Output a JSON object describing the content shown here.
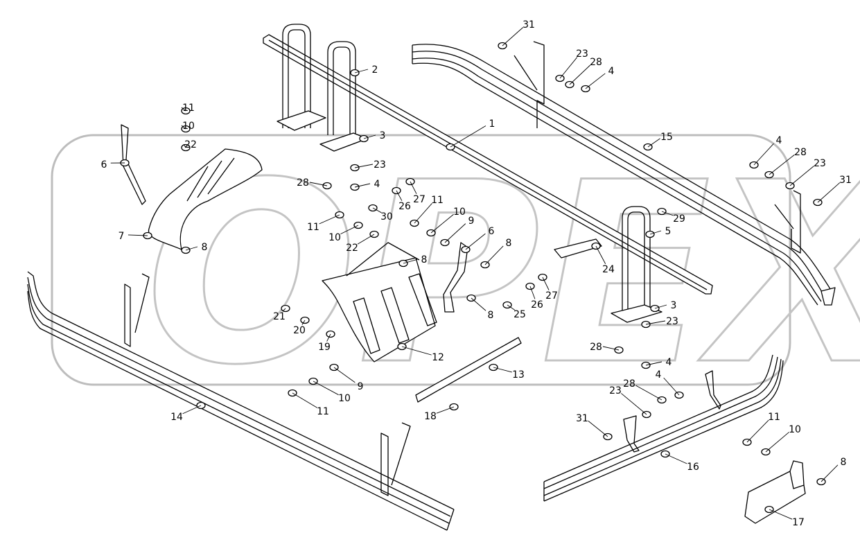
{
  "diagram": {
    "type": "exploded parts diagram",
    "watermark": "OPEX",
    "callouts": [
      "1",
      "2",
      "3",
      "4",
      "11",
      "10",
      "22",
      "23",
      "28",
      "31",
      "6",
      "7",
      "8",
      "15",
      "4",
      "28",
      "23",
      "31",
      "23",
      "28",
      "4",
      "30",
      "26",
      "27",
      "11",
      "11",
      "10",
      "22",
      "10",
      "9",
      "6",
      "8",
      "8",
      "29",
      "5",
      "24",
      "8",
      "25",
      "26",
      "27",
      "3",
      "23",
      "28",
      "4",
      "21",
      "20",
      "19",
      "12",
      "13",
      "9",
      "10",
      "11",
      "14",
      "18",
      "28",
      "4",
      "23",
      "31",
      "16",
      "11",
      "10",
      "8",
      "17"
    ]
  }
}
